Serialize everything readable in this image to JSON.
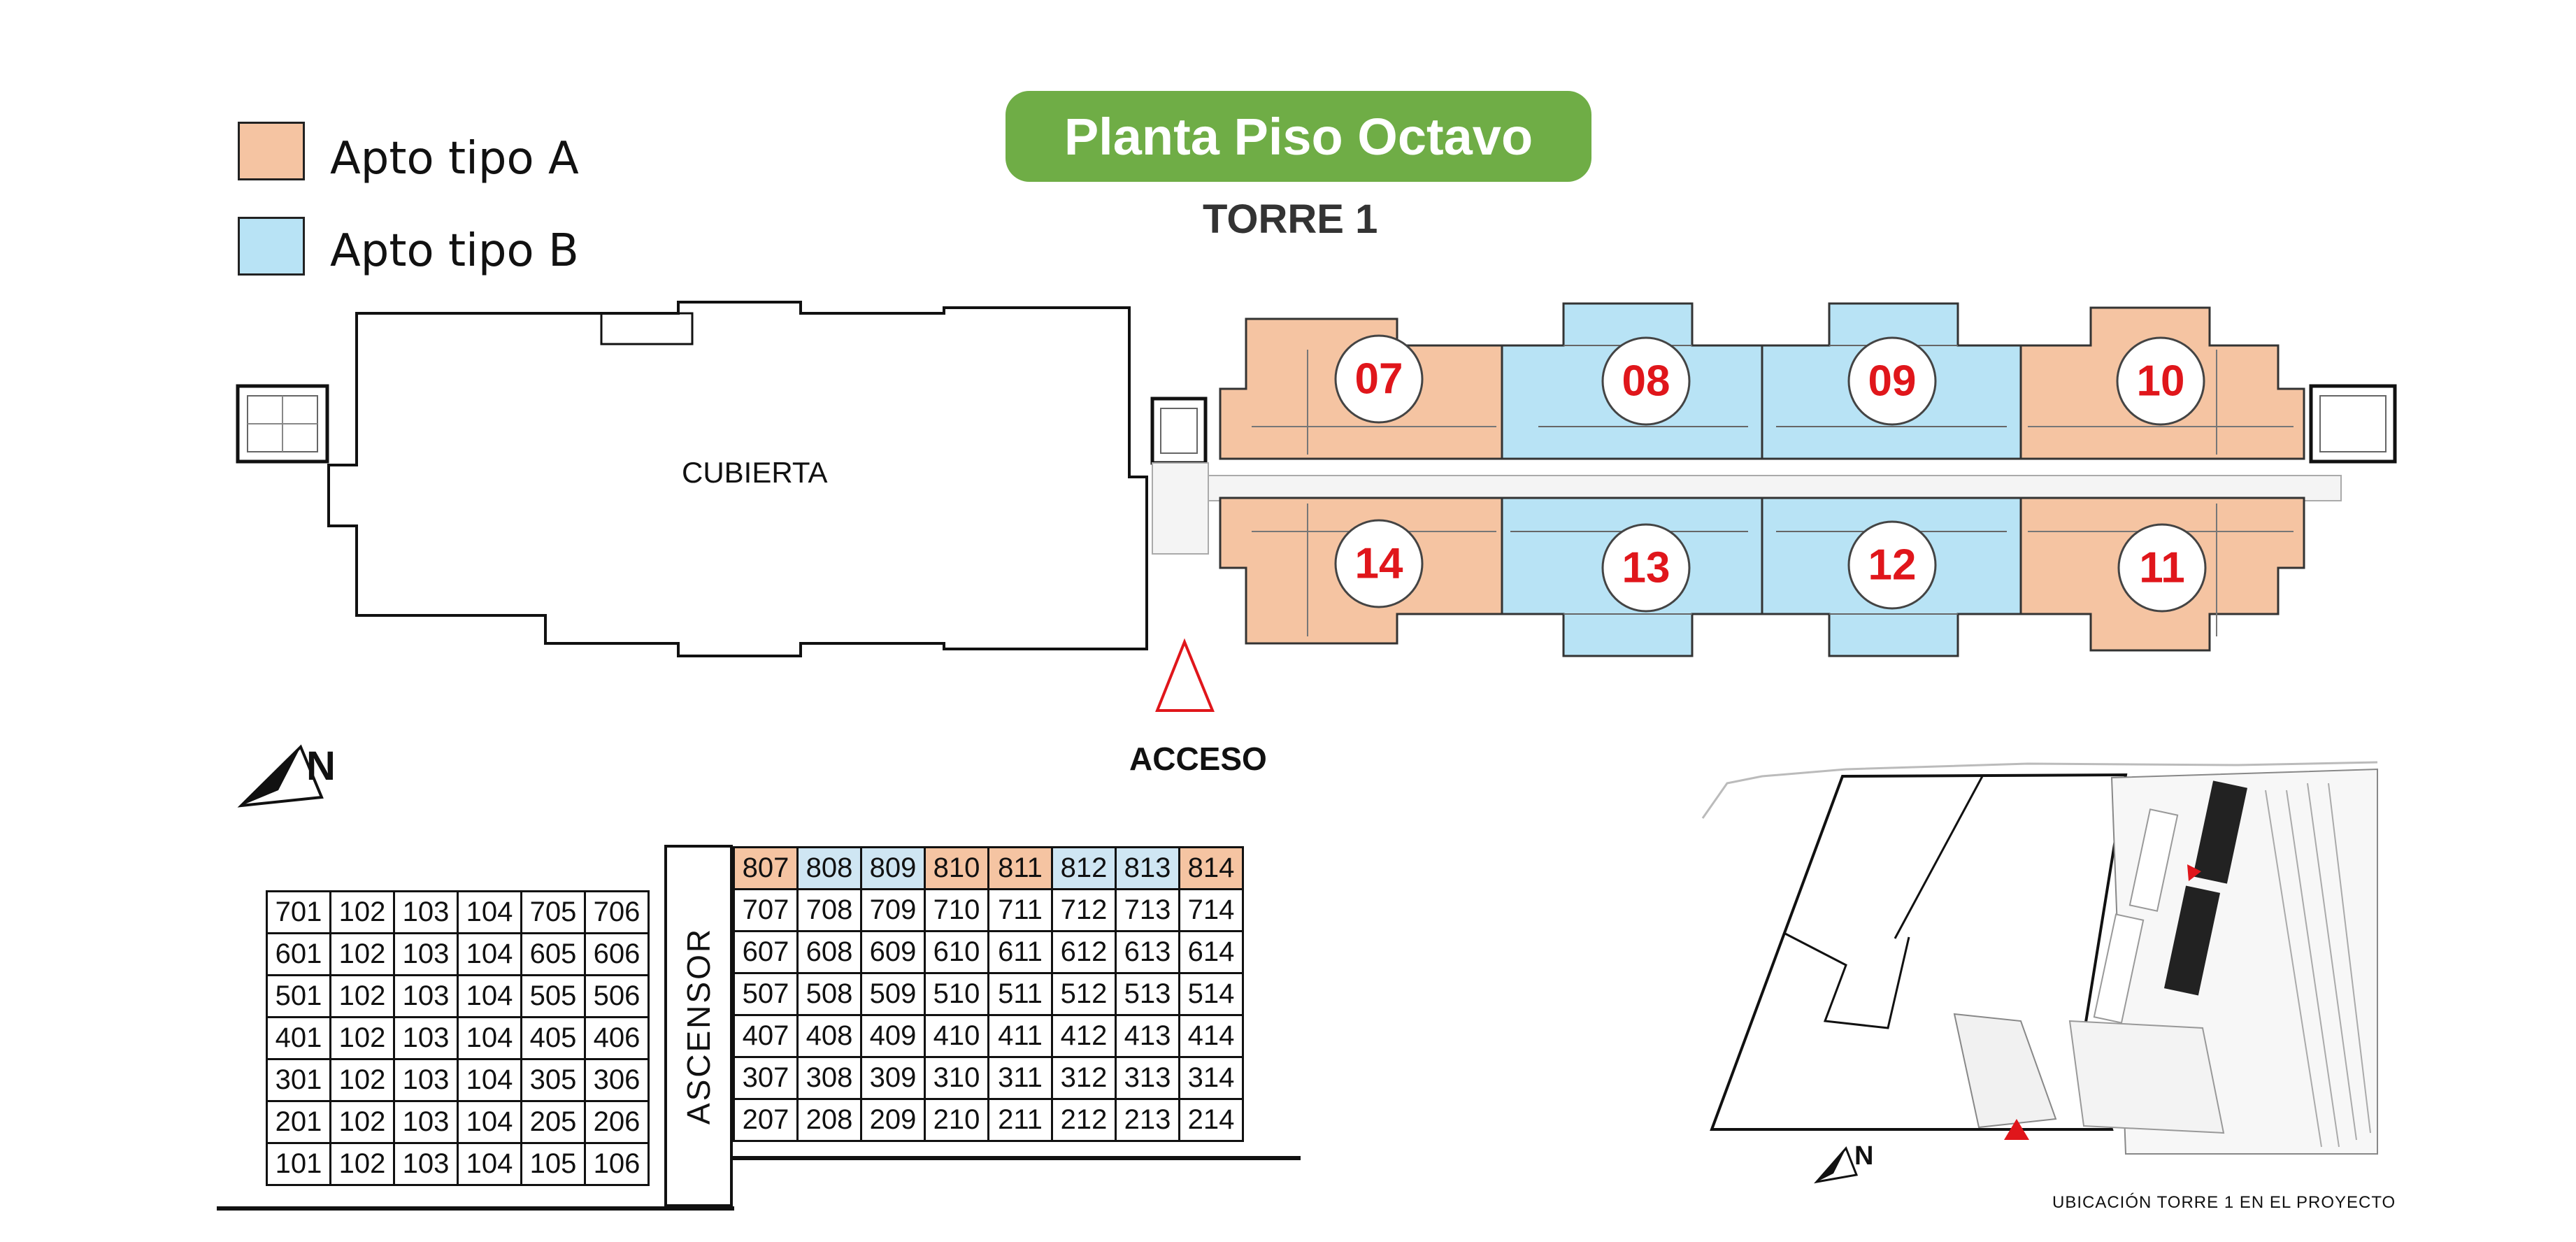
{
  "header": {
    "title": "Planta Piso Octavo",
    "subtitle": "TORRE 1"
  },
  "legend": {
    "items": [
      {
        "label": "Apto tipo A",
        "color": "#f5c4a2"
      },
      {
        "label": "Apto tipo B",
        "color": "#b8e3f5"
      }
    ]
  },
  "plan": {
    "roof_label": "CUBIERTA",
    "access_label": "ACCESO",
    "north_label": "N",
    "units": {
      "top": [
        "07",
        "08",
        "09",
        "10"
      ],
      "bottom": [
        "14",
        "13",
        "12",
        "11"
      ]
    },
    "unit_types": {
      "07": "A",
      "08": "B",
      "09": "B",
      "10": "A",
      "14": "A",
      "13": "B",
      "12": "B",
      "11": "A"
    },
    "colors": {
      "type_a": "#f5c4a2",
      "type_b": "#b8e3f5",
      "unit_number": "#e0161b",
      "access_marker": "#e0161b"
    }
  },
  "matrix": {
    "elevator_label": "ASCENSOR",
    "top_row": [
      {
        "n": "807",
        "t": "A"
      },
      {
        "n": "808",
        "t": "B"
      },
      {
        "n": "809",
        "t": "B"
      },
      {
        "n": "810",
        "t": "A"
      },
      {
        "n": "811",
        "t": "A"
      },
      {
        "n": "812",
        "t": "B"
      },
      {
        "n": "813",
        "t": "B"
      },
      {
        "n": "814",
        "t": "A"
      }
    ],
    "left_rows": [
      [
        "701",
        "102",
        "103",
        "104",
        "705",
        "706"
      ],
      [
        "601",
        "102",
        "103",
        "104",
        "605",
        "606"
      ],
      [
        "501",
        "102",
        "103",
        "104",
        "505",
        "506"
      ],
      [
        "401",
        "102",
        "103",
        "104",
        "405",
        "406"
      ],
      [
        "301",
        "102",
        "103",
        "104",
        "305",
        "306"
      ],
      [
        "201",
        "102",
        "103",
        "104",
        "205",
        "206"
      ],
      [
        "101",
        "102",
        "103",
        "104",
        "105",
        "106"
      ]
    ],
    "right_rows": [
      [
        "707",
        "708",
        "709",
        "710",
        "711",
        "712",
        "713",
        "714"
      ],
      [
        "607",
        "608",
        "609",
        "610",
        "611",
        "612",
        "613",
        "614"
      ],
      [
        "507",
        "508",
        "509",
        "510",
        "511",
        "512",
        "513",
        "514"
      ],
      [
        "407",
        "408",
        "409",
        "410",
        "411",
        "412",
        "413",
        "414"
      ],
      [
        "307",
        "308",
        "309",
        "310",
        "311",
        "312",
        "313",
        "314"
      ],
      [
        "207",
        "208",
        "209",
        "210",
        "211",
        "212",
        "213",
        "214"
      ]
    ]
  },
  "site_map": {
    "caption": "UBICACIÓN TORRE 1 EN EL PROYECTO",
    "north_label": "N"
  }
}
